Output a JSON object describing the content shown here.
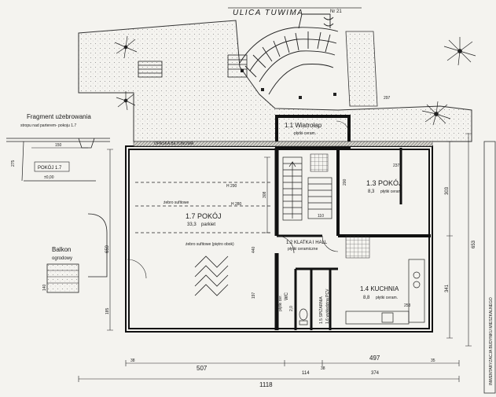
{
  "street": {
    "name": "ULICA TUWIMA",
    "number": "Nr 21"
  },
  "fragment": {
    "title_line1": "Fragment użebrowania",
    "title_line2": "stropu nad parterem- pokoju 1.7",
    "room_tag": "POKÓJ 1.7",
    "dims": [
      "150",
      "±0,00",
      "275"
    ]
  },
  "balcony": {
    "line1": "Balkon",
    "line2": "ogrodowy"
  },
  "opaska": "OPASKA BETONOWA",
  "rooms": {
    "r11": {
      "name": "1.1 Wiatrołap",
      "sub": "płytki ceram."
    },
    "r17": {
      "name": "1.7 POKÓJ",
      "area": "33,3",
      "floor": "parkiet"
    },
    "r12": {
      "name": "1.2 KLATKA I HALL",
      "floor": "płytki ceramiczne"
    },
    "r13": {
      "name": "1.3 POKÓJ",
      "area": "8,3",
      "floor": "płytki ceram."
    },
    "r14": {
      "name": "1.4 KUCHNIA",
      "area": "8,8",
      "floor": "płytki ceram."
    },
    "r15": {
      "name": "1.5 SPIŻARNIA",
      "sub": "1,6 wykładzina PCV"
    },
    "r16": {
      "name": "WC",
      "area": "2,0",
      "floor": "płytki cer."
    }
  },
  "annotations": {
    "beam": "żebro sufitowe (piętro obok)",
    "ceiling_zone": "żebro sufitowe",
    "h1": "H 290",
    "h2": "H 280"
  },
  "dimensions": {
    "bottom_1": "507",
    "bottom_2": "497",
    "bottom_3": "114",
    "bottom_4": "374",
    "bottom_total": "1118",
    "bottom_left": "38",
    "bottom_mid": "38",
    "bottom_mid2": "35",
    "right_1": "303",
    "right_2": "341",
    "right_total": "653",
    "left_1": "659",
    "left_2": "185",
    "left_3": "140",
    "inner_1": "308",
    "inner_2": "440",
    "inner_3": "197",
    "inner_4": "110",
    "inner_5": "237",
    "inner_6": "297",
    "inner_7": "200",
    "inner_8": "253"
  },
  "stamp": "INWENTARYZACJA BUDYNKU MIESZKALNEGO",
  "colors": {
    "ink": "#1a1a1a",
    "paper": "#f4f3ef",
    "hatch": "#555555"
  }
}
